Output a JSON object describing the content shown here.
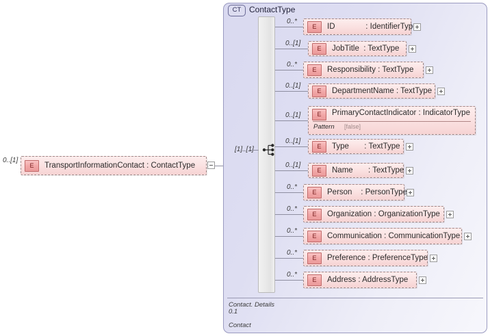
{
  "diagram": {
    "kind": "xsd-schema-diagram",
    "root_element": {
      "name": "TransportInformationContact : ContactType",
      "badge": "E",
      "cardinality": "0..[1]",
      "toggle": "minus"
    },
    "complex_type": {
      "badge": "CT",
      "title": "ContactType",
      "compositor": {
        "icon": "sequence-icon",
        "cardinality": "[1]..[1]"
      },
      "documentation": {
        "line1": "Contact. Details",
        "line2": "0.1",
        "line3": "Contact"
      },
      "elements": [
        {
          "badge": "E",
          "label": "ID              : IdentifierType",
          "cardinality": "0..*",
          "toggle": "plus"
        },
        {
          "badge": "E",
          "label": "JobTitle  : TextType",
          "cardinality": "0..[1]",
          "toggle": "plus"
        },
        {
          "badge": "E",
          "label": "Responsibility : TextType",
          "cardinality": "0..*",
          "toggle": "plus"
        },
        {
          "badge": "E",
          "label": "DepartmentName : TextType",
          "cardinality": "0..[1]",
          "toggle": "plus"
        },
        {
          "badge": "E",
          "label": "PrimaryContactIndicator : IndicatorType",
          "cardinality": "0..[1]",
          "toggle": "none",
          "facet": {
            "name": "Pattern",
            "value": "[false]"
          }
        },
        {
          "badge": "E",
          "label": "Type       : TextType",
          "cardinality": "0..[1]",
          "toggle": "plus"
        },
        {
          "badge": "E",
          "label": "Name       : TextType",
          "cardinality": "0..[1]",
          "toggle": "plus"
        },
        {
          "badge": "E",
          "label": "Person    : PersonType",
          "cardinality": "0..*",
          "toggle": "plus"
        },
        {
          "badge": "E",
          "label": "Organization : OrganizationType",
          "cardinality": "0..*",
          "toggle": "plus"
        },
        {
          "badge": "E",
          "label": "Communication : CommunicationType",
          "cardinality": "0..*",
          "toggle": "plus"
        },
        {
          "badge": "E",
          "label": "Preference : PreferenceType",
          "cardinality": "0..*",
          "toggle": "plus"
        },
        {
          "badge": "E",
          "label": "Address : AddressType",
          "cardinality": "0..*",
          "toggle": "plus"
        }
      ]
    },
    "colors": {
      "element_fill": "#fae0e0",
      "element_border": "#a08a8a",
      "badge_fill": "#f2a8a8",
      "container_fill": "#dedef2",
      "container_border": "#9a9ac0",
      "connector": "#8e8ea0"
    }
  }
}
